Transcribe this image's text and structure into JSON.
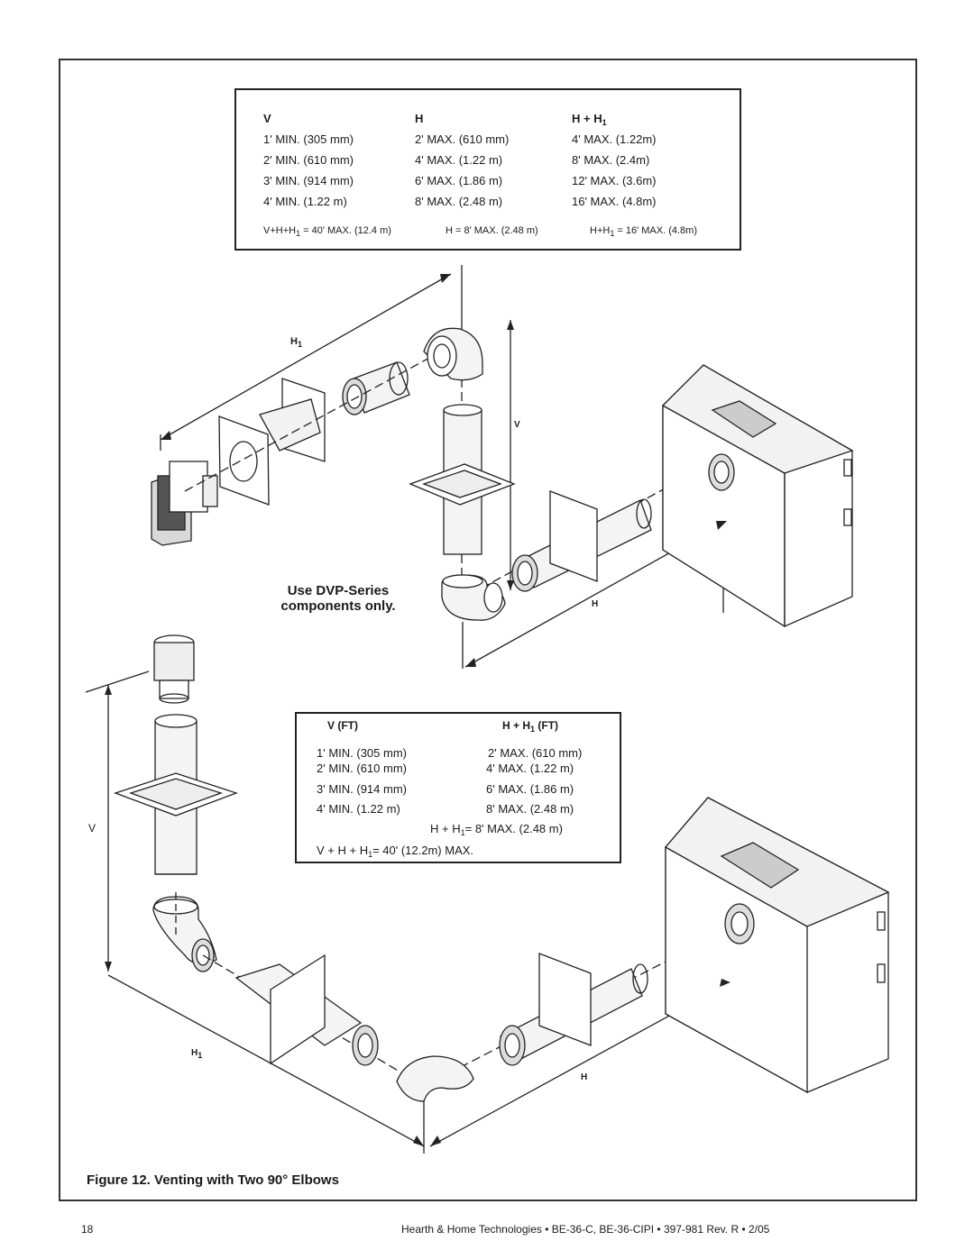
{
  "top_table": {
    "headers": [
      "V",
      "H",
      "H + H",
      "1"
    ],
    "rows": [
      [
        "1' MIN. (305 mm)",
        "2' MAX. (610 mm)",
        "4' MAX. (1.22m)"
      ],
      [
        "2' MIN. (610 mm)",
        "4' MAX. (1.22 m)",
        "8' MAX. (2.4m)"
      ],
      [
        "3' MIN. (914 mm)",
        "6' MAX. (1.86 m)",
        "12' MAX. (3.6m)"
      ],
      [
        "4' MIN. (1.22 m)",
        "8' MAX. (2.48 m)",
        "16' MAX. (4.8m)"
      ]
    ],
    "footer": {
      "a": "V+H+H",
      "a_sub": "1",
      "a_rest": " = 40' MAX. (12.4 m)",
      "b": "H = 8' MAX. (2.48 m)",
      "c": "H+H",
      "c_sub": "1",
      "c_rest": " = 16' MAX. (4.8m)"
    }
  },
  "bottom_table": {
    "headers": [
      "V (FT)",
      "H + H",
      "1",
      " (FT)"
    ],
    "rows": [
      [
        "1' MIN. (305 mm)",
        "2' MAX. (610 mm)"
      ],
      [
        "2' MIN. (610 mm)",
        "4' MAX.  (1.22 m)"
      ],
      [
        "3' MIN. (914 mm)",
        "6' MAX. (1.86 m)"
      ],
      [
        "4' MIN. (1.22 m)",
        "8' MAX. (2.48 m)"
      ]
    ],
    "line_h": "H + H",
    "line_h_sub": "1",
    "line_h_rest": "=  8' MAX. (2.48 m)",
    "line_total": "V + H + H",
    "line_total_sub": "1",
    "line_total_rest": "= 40' (12.2m) MAX."
  },
  "labels": {
    "h1_top": "H",
    "h1_top_sub": "1",
    "v_top": "V",
    "h_top": "H",
    "v_bottom": "V",
    "h1_bottom": "H",
    "h1_bottom_sub": "1",
    "h_bottom": "H"
  },
  "note": {
    "line1": "Use DVP-Series",
    "line2": "components only."
  },
  "caption": "Figure 12.  Venting with Two 90° Elbows",
  "footer": {
    "page_number": "18",
    "text": "Hearth & Home Technologies  •  BE-36-C, BE-36-CIPI  •  397-981  Rev. R  •  2/05"
  }
}
